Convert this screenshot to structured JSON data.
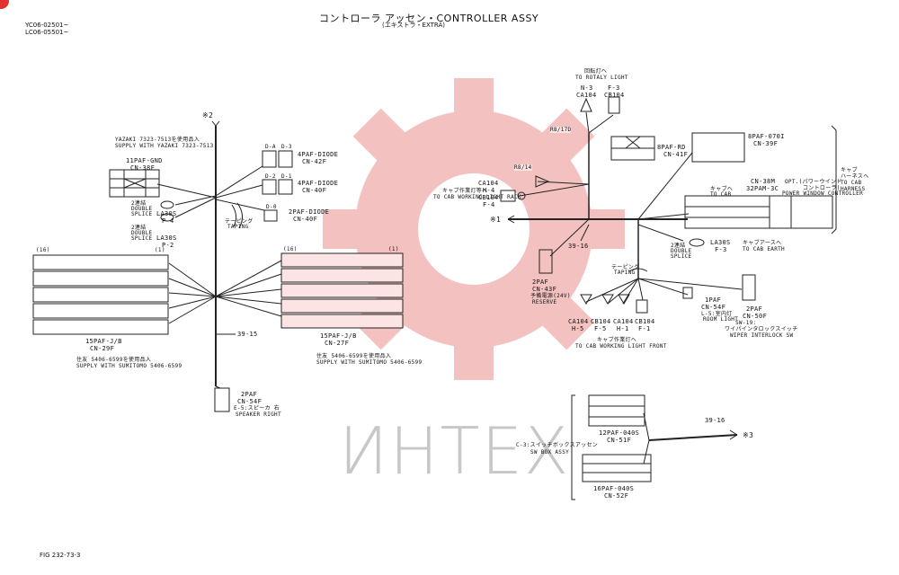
{
  "header": {
    "title": "コントローラ アッセン・CONTROLLER ASSY",
    "subtitle": "(エキストラ・EXTRA)",
    "serial_1": "YC06-02501~",
    "serial_2": "LC06-05501~"
  },
  "footer": {
    "figure_ref": "FIG 232-73-3"
  },
  "watermark": {
    "text": "ИНТЕХ",
    "color": "#e2322f"
  },
  "markers": {
    "m1": "※1",
    "m2": "※2",
    "m3": "※3"
  },
  "wires": {
    "w1": "39-16",
    "w2": "39-15",
    "w3": "39-16"
  },
  "left": {
    "yazaki_note_1": "YAZAKI 7323-7513を使用品入",
    "yazaki_note_2": "SUPPLY WITH YAZAKI 7323-7513",
    "gnd_name": "11PAF-GND",
    "gnd_cn": "CN-38F",
    "splice1_1": "2連結",
    "splice1_2": "DOUBLE",
    "splice1_3": "SPLICE",
    "la1": "LA30S",
    "la1_p": "P-4",
    "splice2_1": "2連結",
    "splice2_2": "DOUBLE",
    "splice2_3": "SPLICE",
    "la2": "LA30S",
    "la2_p": "P-2",
    "d_a": "D-A",
    "d_3": "D-3",
    "diode1": "4PAF-DIODE",
    "diode1_cn": "CN-42F",
    "d_2": "D-2",
    "d_1": "D-1",
    "diode2": "4PAF-DIODE",
    "diode2_cn": "CN-40F",
    "d_0": "D-0",
    "diode3": "2PAF-DIODE",
    "diode3_cn": "CN-40F",
    "taping_jp": "テーピング",
    "taping_en": "TAPING",
    "conn_big": "15PAF-J/B",
    "conn_big_cn": "CN-29F",
    "conn_big_note1": "住友 5406-6599を使用品入",
    "conn_big_note2": "SUPPLY WITH SUMITOMO 5406-6599",
    "label_16": "(16)",
    "label_1": "(1)",
    "speaker_name": "2PAF",
    "speaker_cn": "CN-54F",
    "speaker_jp": "E-5:スピーカ 右",
    "speaker_en": "SPEAKER RIGHT"
  },
  "center": {
    "label_16": "(16)",
    "label_1": "(1)",
    "conn": "15PAF-J/B",
    "conn_cn": "CN-27F",
    "note1": "住友 5406-6599を使用品入",
    "note2": "SUPPLY WITH SUMITOMO 5406-6599"
  },
  "right": {
    "rotary_jp": "回転灯へ",
    "rotary_en": "TO ROTALY LIGHT",
    "n3": "N-3",
    "ca104": "CA104",
    "f3": "F-3",
    "cb104": "CB104",
    "tag1": "R8/17D",
    "tag2": "R8/14",
    "work_rack_jp": "キャブ作業灯等へ",
    "work_rack_en": "TO CAB WORKING LIGHT RACK",
    "ca104_b": "CA104",
    "h4": "H-4",
    "cb104_b": "CB104",
    "f4": "F-4",
    "rd_name": "8PAF-RD",
    "rd_cn": "CN-41F",
    "pw_name": "8PAF-070I",
    "pw_cn": "CN-39F",
    "to_cab_jp": "キャブへ",
    "to_cab_en": "TO CAB",
    "cn38m": "CN-38M",
    "pam": "32PAM-3C",
    "opt_jp": "OPT.(パワーウインド",
    "opt_jp2": "コントローラ)",
    "opt_en": "POWER WINDOW CONTROLLER",
    "harness_1": "キャブ",
    "harness_2": "ハーネスへ",
    "harness_3": "TO CAB",
    "harness_4": "HARNESS",
    "dsplice_1": "2連結",
    "dsplice_2": "DOUBLE",
    "dsplice_3": "SPLICE",
    "la3": "LA30S",
    "la3_f": "F-3",
    "earth_jp": "キャブアースへ",
    "earth_en": "TO CAB EARTH",
    "reserve_name": "2PAF",
    "reserve_cn": "CN-43F",
    "reserve_jp": "予備電源(24V)",
    "reserve_en": "RESERVE",
    "taping_jp": "テーピング",
    "taping_en": "TAPING",
    "f1": "CA104",
    "f1b": "H-5",
    "f2": "CB104",
    "f2b": "F-5",
    "f3a": "CA104",
    "f3b": "H-1",
    "f4a": "CB104",
    "f4b": "F-1",
    "front_jp": "キャブ作業灯へ",
    "front_en": "TO CAB WORKING LIGHT FRONT",
    "room_name": "1PAF",
    "room_cn": "CN-54F",
    "room_jp": "L-5:室内灯",
    "room_en": "ROOM LIGHT",
    "wiper_name": "2PAF",
    "wiper_cn": "CN-50F",
    "wiper_jp": "SW-19:",
    "wiper_jp2": "ワイパインタロックスイッチ",
    "wiper_en": "WIPER INTERLOCK SW",
    "sw_assy_jp": "C-3:スイッチボックスアッセン",
    "sw_assy_en": "SW BOX ASSY",
    "sw1_name": "12PAF-040S",
    "sw1_cn": "CN-51F",
    "sw2_name": "16PAF-040S",
    "sw2_cn": "CN-52F"
  }
}
